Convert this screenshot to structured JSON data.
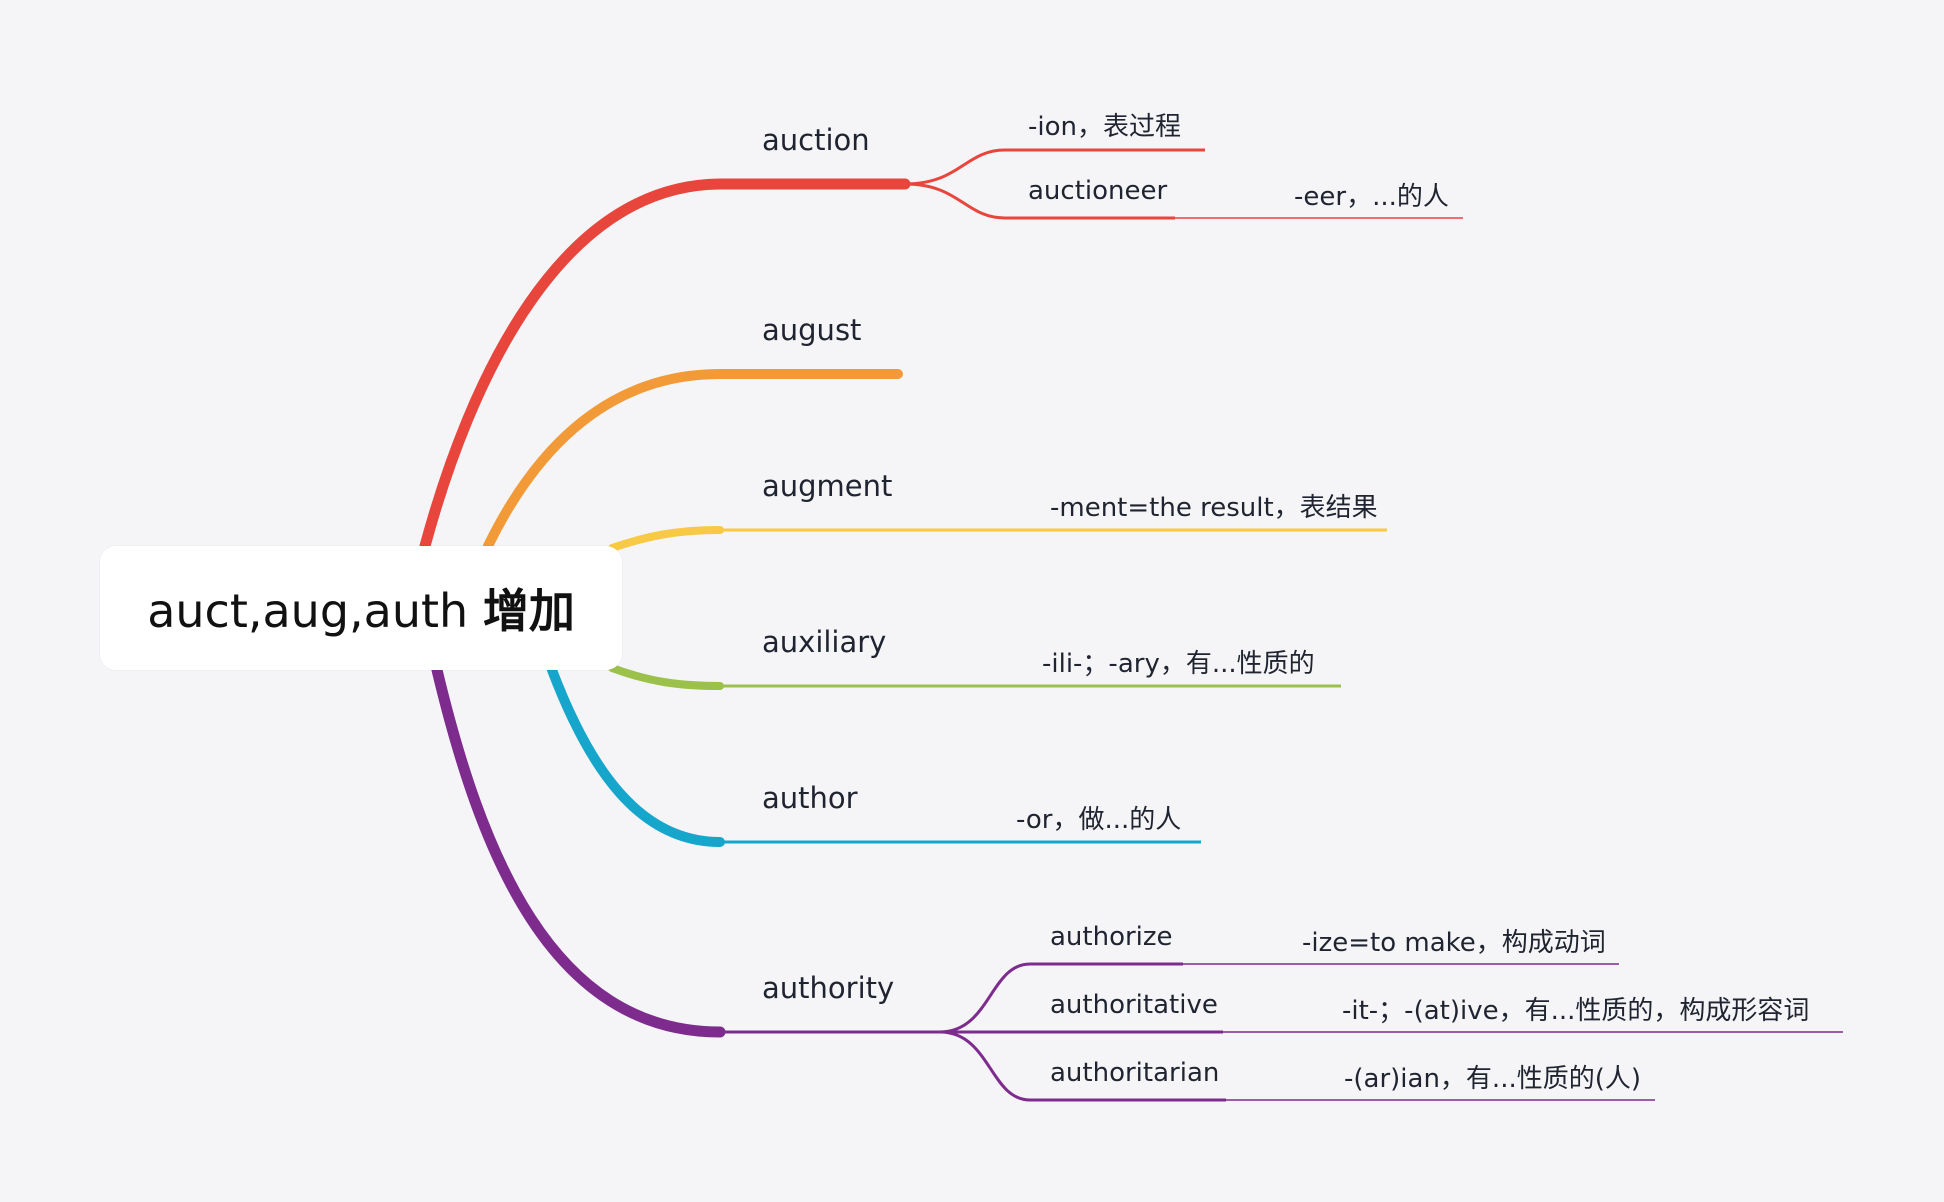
{
  "root": {
    "word": "auct,aug,auth",
    "meaning": "增加"
  },
  "branches": [
    {
      "label": "auction",
      "color": "#e8453c",
      "children": [
        {
          "label": "-ion，表过程"
        },
        {
          "label": "auctioneer",
          "note": "-eer，...的人"
        }
      ]
    },
    {
      "label": "august",
      "color": "#f39a38"
    },
    {
      "label": "augment",
      "color": "#f7c944",
      "note": "-ment=the result，表结果"
    },
    {
      "label": "auxiliary",
      "color": "#9cc14a",
      "note": "-ili-；-ary，有...性质的"
    },
    {
      "label": "author",
      "color": "#16a6cc",
      "note": "-or，做...的人"
    },
    {
      "label": "authority",
      "color": "#7e2b8e",
      "children": [
        {
          "label": "authorize",
          "note": "-ize=to make，构成动词"
        },
        {
          "label": "authoritative",
          "note": "-it-；-(at)ive，有...性质的，构成形容词"
        },
        {
          "label": "authoritarian",
          "note": "-(ar)ian，有...性质的(人)"
        }
      ]
    }
  ]
}
